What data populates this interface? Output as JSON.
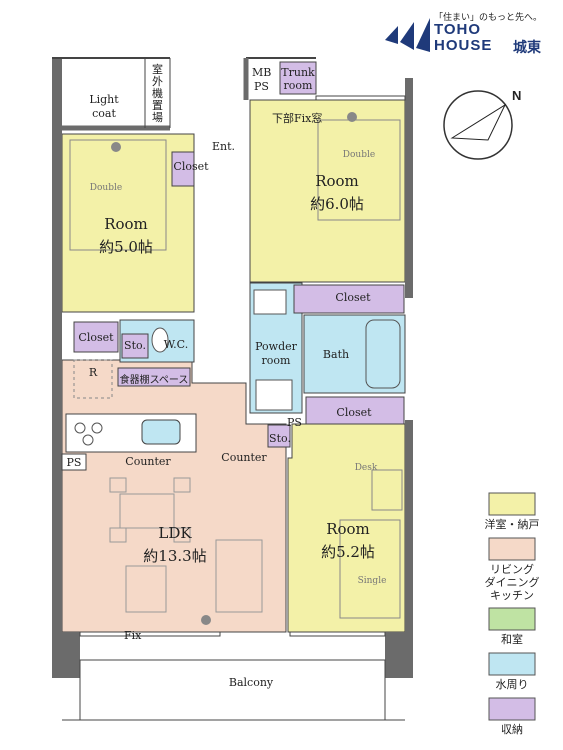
{
  "logo": {
    "tagline": "「住まい」のもっと先へ。",
    "line1": "TOHO",
    "line2": "HOUSE",
    "region": "城東"
  },
  "compass": {
    "label": "N"
  },
  "rooms": {
    "room_west": {
      "name": "Room",
      "size": "約5.0帖",
      "bed": "Double"
    },
    "room_east": {
      "name": "Room",
      "size": "約6.0帖",
      "bed": "Double"
    },
    "room_south": {
      "name": "Room",
      "size": "約5.2帖",
      "bed": "Single",
      "desk": "Desk"
    },
    "ldk": {
      "name": "LDK",
      "size": "約13.3帖"
    }
  },
  "labels": {
    "light_coat": "Light coat",
    "outdoor_unit": "室外機置場",
    "mb": "MB",
    "ps_top": "PS",
    "trunk_room": "Trunk room",
    "lower_fix_window": "下部Fix窓",
    "entrance": "Ent.",
    "closet_entrance": "Closet",
    "closet_east": "Closet",
    "closet_west": "Closet",
    "closet_south": "Closet",
    "storage_wc": "Sto.",
    "wc": "W.C.",
    "powder_room": "Powder room",
    "bath": "Bath",
    "dish_shelf": "食器棚スペース",
    "reizoko": "R",
    "ps_kitchen": "PS",
    "counter_kitchen": "Counter",
    "counter_hall": "Counter",
    "ps_hall": "PS",
    "storage_hall": "Sto.",
    "fix": "Fix",
    "balcony": "Balcony"
  },
  "legend": [
    {
      "label": "洋室・納戸",
      "color": "#f3f1a8"
    },
    {
      "label": "リビング\nダイニング\nキッチン",
      "color": "#f5d9c8"
    },
    {
      "label": "和室",
      "color": "#bfe3a3"
    },
    {
      "label": "水周り",
      "color": "#bfe6f2"
    },
    {
      "label": "収納",
      "color": "#d3bde6"
    }
  ],
  "colors": {
    "western_room": "#f3f1a8",
    "ldk": "#f5d9c8",
    "water": "#bfe6f2",
    "storage": "#d3bde6",
    "wall": "#6b6b6b",
    "brand": "#1f3a7a"
  }
}
